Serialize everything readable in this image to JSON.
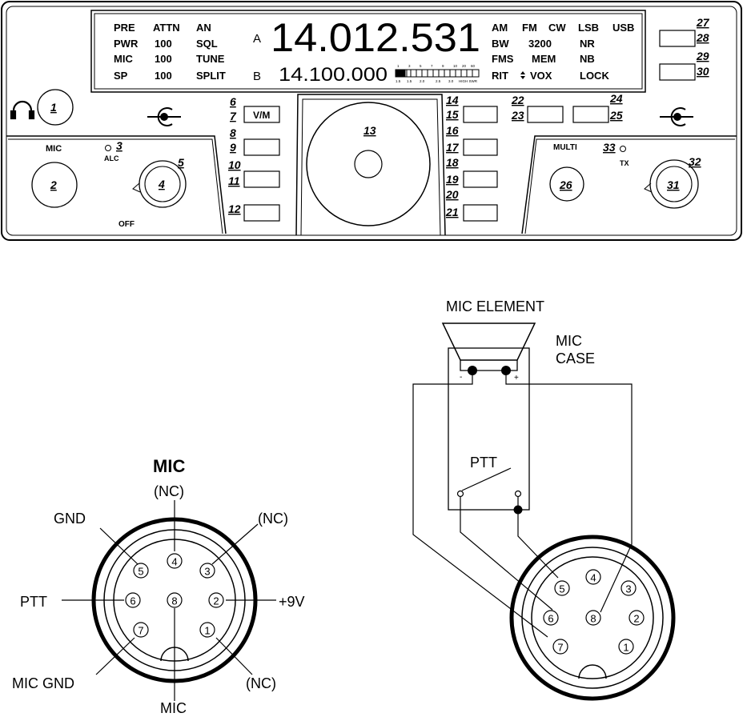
{
  "radio": {
    "display_left": [
      [
        "PRE",
        "ATTN",
        "AN"
      ],
      [
        "PWR",
        "100",
        "SQL"
      ],
      [
        "MIC",
        "100",
        "TUNE"
      ],
      [
        "SP",
        "100",
        "SPLIT"
      ]
    ],
    "vfo_a_label": "A",
    "vfo_b_label": "B",
    "freq_main": "14.012.531",
    "freq_sub": "14.100.000",
    "meter_top_scale": [
      "1",
      "3",
      "5",
      "7",
      "9",
      "10",
      "20",
      "60"
    ],
    "meter_bottom_scale": [
      "1.5",
      "1.5",
      "2.0",
      "2.5",
      "3.0",
      "HIGH SWR"
    ],
    "display_right": [
      [
        "AM",
        "FM",
        "CW",
        "LSB",
        "USB"
      ],
      [
        "BW",
        "3200",
        "NR"
      ],
      [
        "FMS",
        "MEM",
        "NB"
      ],
      [
        "RIT",
        "VOX",
        "LOCK"
      ]
    ],
    "callouts": [
      "1",
      "2",
      "3",
      "4",
      "5",
      "6",
      "7",
      "8",
      "9",
      "10",
      "11",
      "12",
      "13",
      "14",
      "15",
      "16",
      "17",
      "18",
      "19",
      "20",
      "21",
      "22",
      "23",
      "24",
      "25",
      "26",
      "27",
      "28",
      "29",
      "30",
      "31",
      "32",
      "33"
    ],
    "vm_button": "V/M",
    "mic_label": "MIC",
    "alc_label": "ALC",
    "off_label": "OFF",
    "multi_label": "MULTI",
    "tx_label": "TX"
  },
  "connector_left": {
    "title": "MIC",
    "pins": [
      "1",
      "2",
      "3",
      "4",
      "5",
      "6",
      "7",
      "8"
    ],
    "labels": {
      "top": "(NC)",
      "top_right": "(NC)",
      "top_left": "GND",
      "left": "PTT",
      "right": "+9V",
      "bottom_left": "MIC GND",
      "bottom_right": "(NC)",
      "bottom": "MIC"
    }
  },
  "wiring": {
    "mic_element": "MIC ELEMENT",
    "mic_case_line1": "MIC",
    "mic_case_line2": "CASE",
    "ptt": "PTT",
    "minus": "-",
    "plus": "+",
    "pins": [
      "1",
      "2",
      "3",
      "4",
      "5",
      "6",
      "7",
      "8"
    ]
  }
}
